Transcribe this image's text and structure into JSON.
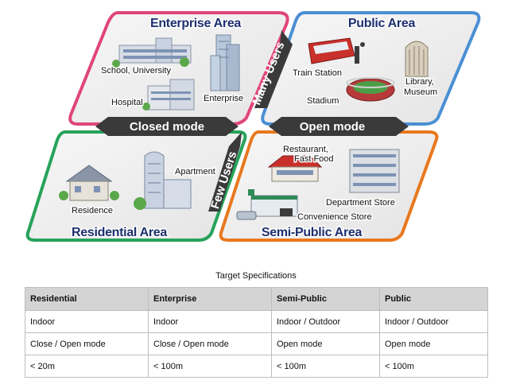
{
  "areas": {
    "enterprise": {
      "title": "Enterprise Area",
      "border": "#e0457b",
      "labels": {
        "school": "School, University",
        "hospital": "Hospital",
        "enterprise": "Enterprise"
      }
    },
    "public": {
      "title": "Public Area",
      "border": "#4a8fd4",
      "labels": {
        "train": "Train Station",
        "stadium": "Stadium",
        "library_1": "Library,",
        "library_2": "Museum"
      }
    },
    "residential": {
      "title": "Residential Area",
      "border": "#26a35a",
      "labels": {
        "residence": "Residence",
        "apartment": "Apartment"
      }
    },
    "semi_public": {
      "title": "Semi-Public Area",
      "border": "#e8781e",
      "labels": {
        "restaurant_1": "Restaurant,",
        "restaurant_2": "Fast Food",
        "department": "Department Store",
        "convenience": "Convenience Store"
      }
    }
  },
  "modes": {
    "closed": "Closed mode",
    "open": "Open mode",
    "color": "#3a3a3a"
  },
  "users": {
    "many": "Many Users",
    "few": "Few Users"
  },
  "table": {
    "caption": "Target Specifications",
    "headers": [
      "Residential",
      "Enterprise",
      "Semi-Public",
      "Public"
    ],
    "rows": [
      [
        "Indoor",
        "Indoor",
        "Indoor / Outdoor",
        "Indoor / Outdoor"
      ],
      [
        "Close / Open mode",
        "Close / Open mode",
        "Open mode",
        "Open mode"
      ],
      [
        "< 20m",
        "< 100m",
        "< 100m",
        "< 100m"
      ]
    ]
  }
}
